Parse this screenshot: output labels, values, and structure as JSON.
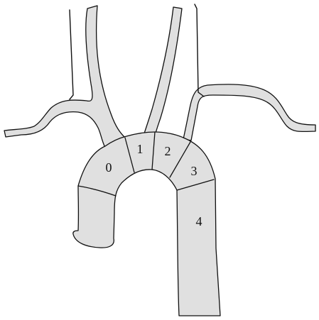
{
  "colors": {
    "vessel_fill": "#e0e0e0",
    "outline": "#111111",
    "background": "#ffffff"
  },
  "segments": [
    {
      "label": "0"
    },
    {
      "label": "1"
    },
    {
      "label": "2"
    },
    {
      "label": "3"
    },
    {
      "label": "4"
    }
  ]
}
